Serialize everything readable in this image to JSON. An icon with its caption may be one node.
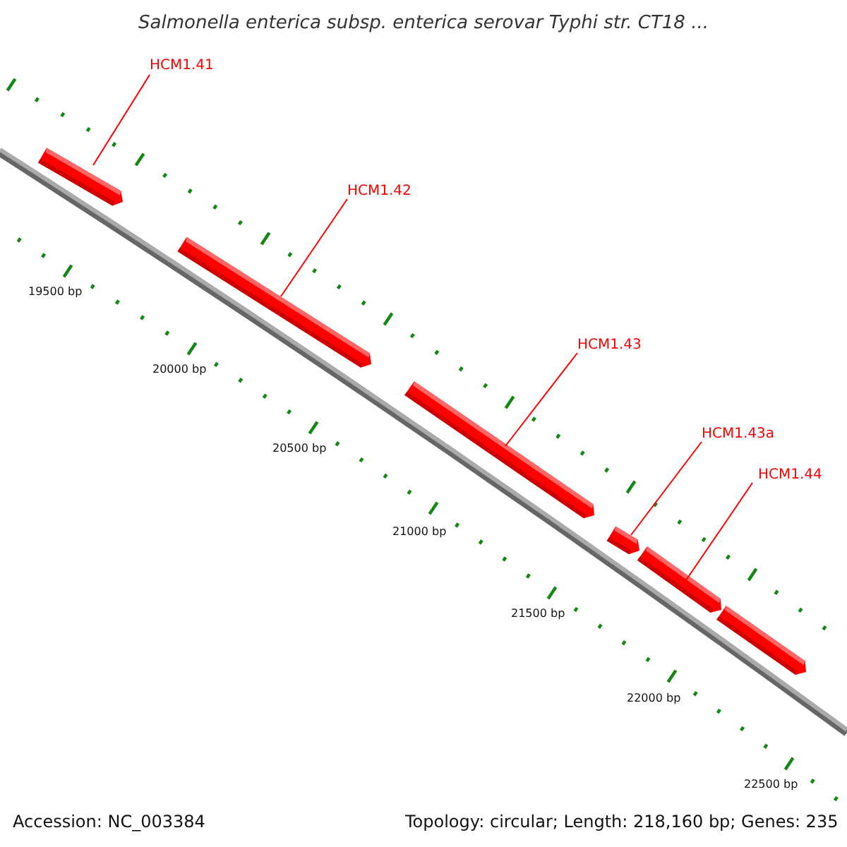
{
  "diagram": {
    "title": "Salmonella enterica subsp. enterica serovar Typhi str. CT18 ...",
    "nodes": [
      {
        "text": [
          "HCM1.41"
        ]
      },
      {
        "text": [
          "HCM1.42"
        ]
      },
      {
        "text": [
          "HCM1.43"
        ]
      },
      {
        "text": [
          "HCM1.43a"
        ]
      },
      {
        "text": [
          "HCM1.44"
        ]
      },
      {
        "text": [],
        "shape": "bar"
      },
      {
        "text": [],
        "shape": "bar"
      },
      {
        "text": [],
        "shape": "bar"
      },
      {
        "text": [],
        "shape": "bar"
      },
      {
        "text": [],
        "shape": "bar"
      },
      {
        "text": [],
        "shape": "bar"
      }
    ],
    "edges": [
      {
        "from": 0,
        "to": 5,
        "arrow": "none"
      },
      {
        "from": 1,
        "to": 6,
        "arrow": "none"
      },
      {
        "from": 2,
        "to": 7,
        "arrow": "none"
      },
      {
        "from": 3,
        "to": 8,
        "arrow": "none"
      },
      {
        "from": 4,
        "to": 9,
        "arrow": "none"
      }
    ],
    "labels": [
      "19500 bp",
      "20000 bp",
      "20500 bp",
      "21000 bp",
      "21500 bp",
      "22000 bp",
      "22500 bp",
      "Accession: NC_003384",
      "Topology: circular; Length: 218,160 bp; Genes: 235"
    ]
  }
}
